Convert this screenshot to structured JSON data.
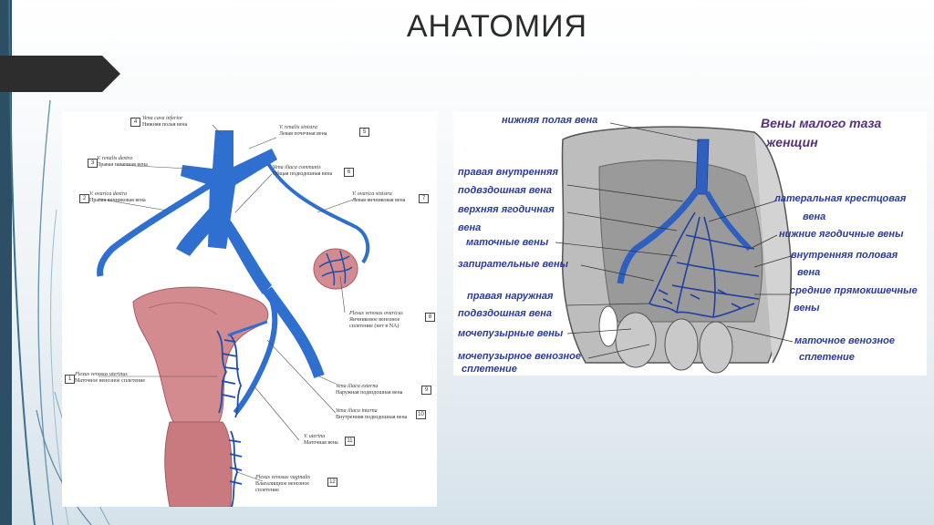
{
  "slide": {
    "title": "АНАТОМИЯ",
    "colors": {
      "vein": "#2f6fd0",
      "plexus": "#1f4fa8",
      "uterus": "#d48b8f",
      "dark_tab": "#2d2d2d",
      "accent_line": "#2c5a78"
    }
  },
  "left_figure": {
    "labels": [
      {
        "lat": "Vena cava inferior",
        "ru": "Нижняя полая вена",
        "num": "4"
      },
      {
        "lat": "V. renalis sinistra",
        "ru": "Левая почечная вена",
        "num": "5"
      },
      {
        "lat": "V. renalis dextra",
        "ru": "Правая почечная вена",
        "num": "3"
      },
      {
        "lat": "Vena iliaca communis",
        "ru": "Общая подвздошная вена",
        "num": "6"
      },
      {
        "lat": "V. ovarica dextra",
        "ru": "Правая яичниковая вена",
        "num": "2"
      },
      {
        "lat": "V. ovarica sinistra",
        "ru": "Левая яичниковая вена",
        "num": "7"
      },
      {
        "lat": "Plexus venosus ovaricus",
        "ru": "Яичниковое венозное сплетение (нет в NA)",
        "num": "8"
      },
      {
        "lat": "Plexus venosus uterinus",
        "ru": "Маточное венозное сплетение",
        "num": "1"
      },
      {
        "lat": "Vena iliaca externa",
        "ru": "Наружная подвздошная вена",
        "num": "9"
      },
      {
        "lat": "Vena iliaca interna",
        "ru": "Внутренняя подвздошная вена",
        "num": "10"
      },
      {
        "lat": "V. uterina",
        "ru": "Маточная вена",
        "num": "11"
      },
      {
        "lat": "Plexus venosus vaginalis",
        "ru": "Влагалищное венозное сплетение",
        "num": "12"
      }
    ]
  },
  "right_figure": {
    "title_line1": "Вены малого таза",
    "title_line2": "женщин",
    "labels": {
      "ivc": "нижняя полая вена",
      "rii1": "правая внутренняя",
      "rii2": "подвздошная вена",
      "sg1": "верхняя ягодичная",
      "sg2": "вена",
      "uterine": "маточные вены",
      "obturator": "запирательные вены",
      "rei1": "правая наружная",
      "rei2": "подвздошная вена",
      "vesical": "мочепузырные вены",
      "vp1": "мочепузырное венозное",
      "vp2": "сплетение",
      "ls1": "латеральная крестцовая",
      "ls2": "вена",
      "ig": "нижние ягодичные вены",
      "ip1": "внутренняя половая",
      "ip2": "вена",
      "mr1": "средние прямокишечные",
      "mr2": "вены",
      "up1": "маточное венозное",
      "up2": "сплетение"
    }
  }
}
